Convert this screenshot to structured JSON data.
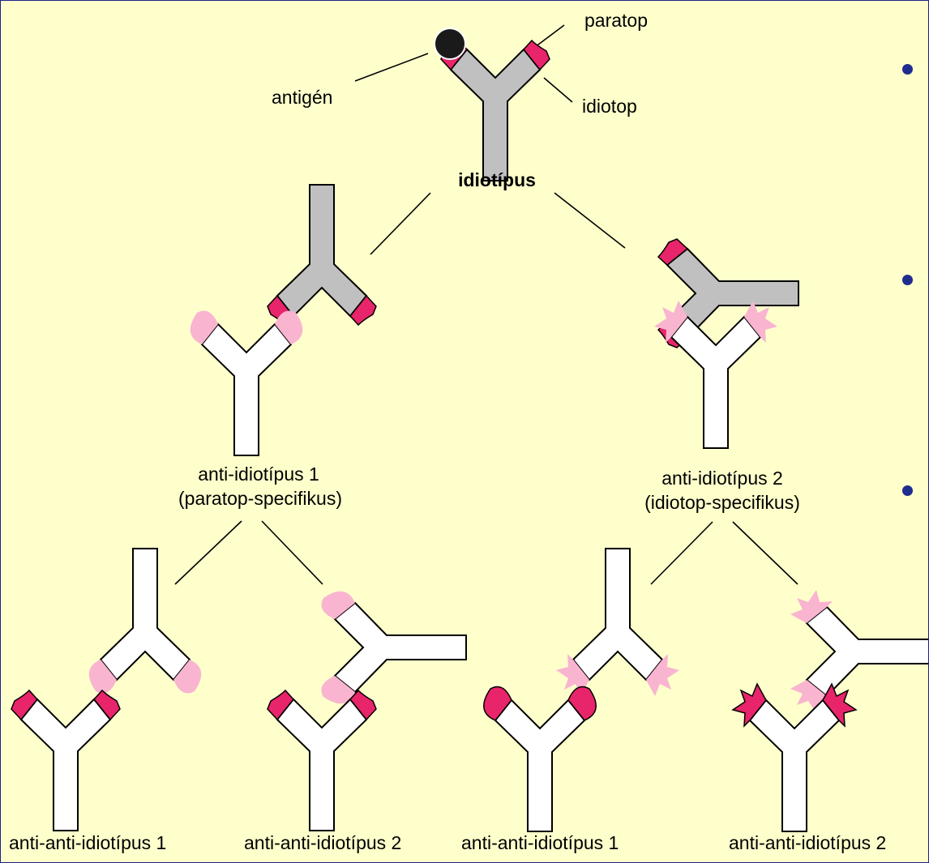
{
  "labels": {
    "antigen": "antigén",
    "paratop": "paratop",
    "idiotop": "idiotop",
    "idiotipus": "idiotípus",
    "anti1_line1": "anti-idiotípus 1",
    "anti1_line2": "(paratop-specifikus)",
    "anti2_line1": "anti-idiotípus 2",
    "anti2_line2": "(idiotop-specifikus)",
    "aa1_left": "anti-anti-idiotípus 1",
    "aa2_left": "anti-anti-idiotípus 2",
    "aa1_right": "anti-anti-idiotípus 1",
    "aa2_right": "anti-anti-idiotípus 2"
  },
  "colors": {
    "background": "#ffffcc",
    "gray_antibody": "#c0c0c0",
    "white_antibody": "#ffffff",
    "idiotope_magenta": "#e8246a",
    "pink_idiotope": "#f9b4d0",
    "antigen": "#1a1a1a",
    "bullet": "#1f2d8f",
    "frame": "#1f1f8f"
  }
}
